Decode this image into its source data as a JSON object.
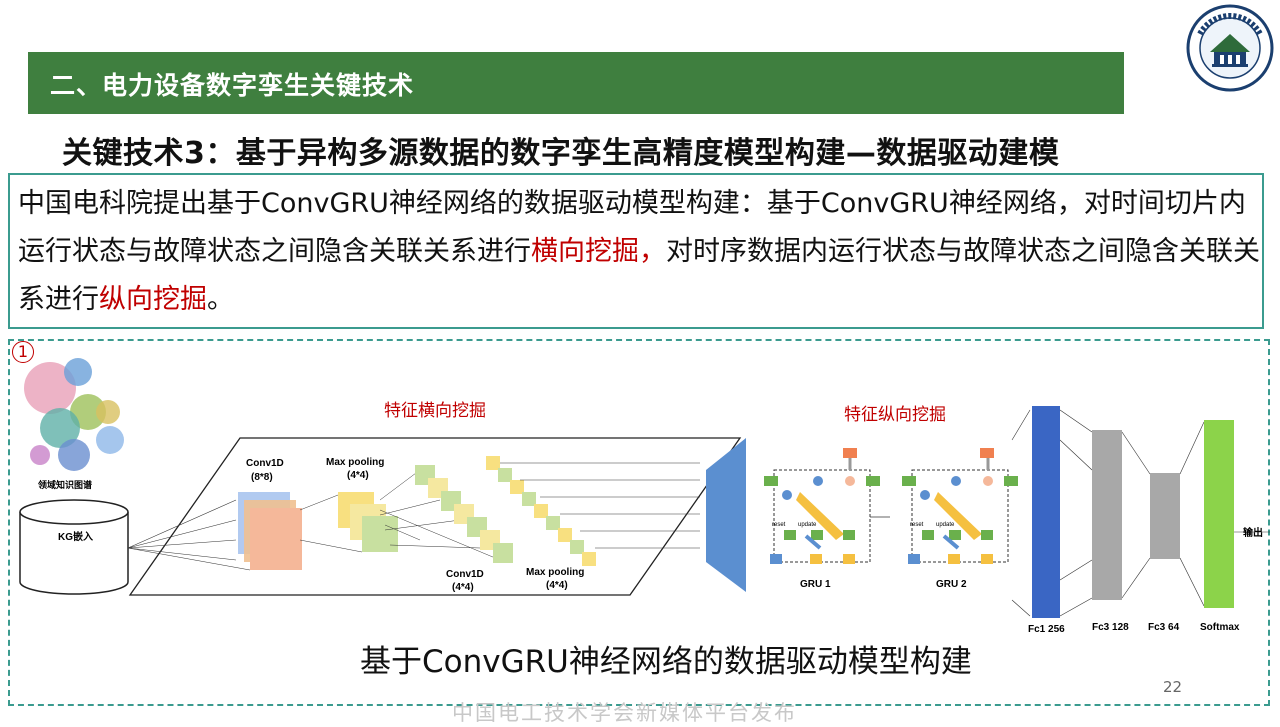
{
  "header": {
    "title": "二、电力设备数字孪生关键技术"
  },
  "subtitle": "关键技术3：基于异构多源数据的数字孪生高精度模型构建—数据驱动建模",
  "description": {
    "part1": "中国电科院提出基于ConvGRU神经网络的数据驱动模型构建：基于ConvGRU神经网络，对时间切片内运行状态与故障状态之间隐含关联关系进行",
    "highlight1": "横向挖掘，",
    "part2": "对时序数据内运行状态与故障状态之间隐含关联关系进行",
    "highlight2": "纵向挖掘",
    "part3": "。"
  },
  "figure": {
    "number": "1",
    "kg_label": "领域知识图谱",
    "kg_embed": "KG嵌入",
    "horizontal_title": "特征横向挖掘",
    "vertical_title": "特征纵向挖掘",
    "conv1": "Conv1D",
    "conv1_size": "(8*8)",
    "pool1": "Max pooling",
    "pool1_size": "(4*4)",
    "conv2": "Conv1D",
    "conv2_size": "(4*4)",
    "pool2": "Max pooling",
    "pool2_size": "(4*4)",
    "gru1": "GRU 1",
    "gru2": "GRU 2",
    "gru_reset": "reset",
    "gru_update": "update",
    "fc1": "Fc1 256",
    "fc3a": "Fc3 128",
    "fc3b": "Fc3 64",
    "softmax": "Softmax",
    "output": "输出"
  },
  "caption": "基于ConvGRU神经网络的数据驱动模型构建",
  "page_number": "22",
  "watermark": "中国电工技术学会新媒体平台发布",
  "colors": {
    "header_green": "#3f7f3f",
    "teal_border": "#3b9b8f",
    "highlight_red": "#c00000",
    "fc1_blue": "#3a66c4",
    "softmax_green": "#8cd34a"
  }
}
